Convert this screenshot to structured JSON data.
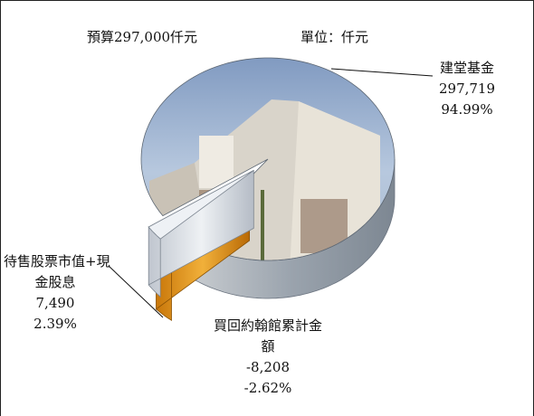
{
  "chart_data": {
    "type": "pie",
    "title": "預算297,000仟元",
    "subtitle": "單位：仟元",
    "slices": [
      {
        "label": "建堂基金",
        "value": 297719,
        "value_text": "297,719",
        "percent": 94.99,
        "percent_text": "94.99%",
        "color": "#9fb3cc"
      },
      {
        "label": "買回約翰館累計金額",
        "label_lines": [
          "買回約翰館累計金",
          "額"
        ],
        "value": -8208,
        "value_text": "-8,208",
        "percent": -2.62,
        "percent_text": "-2.62%",
        "color": "#e89a1a"
      },
      {
        "label": "待售股票市值+現金股息",
        "label_lines": [
          "待售股票市值+現",
          "金股息"
        ],
        "value": 7490,
        "value_text": "7,490",
        "percent": 2.39,
        "percent_text": "2.39%",
        "color": "#d8dde6"
      }
    ],
    "legend": "none",
    "style": "3d-exploded"
  }
}
